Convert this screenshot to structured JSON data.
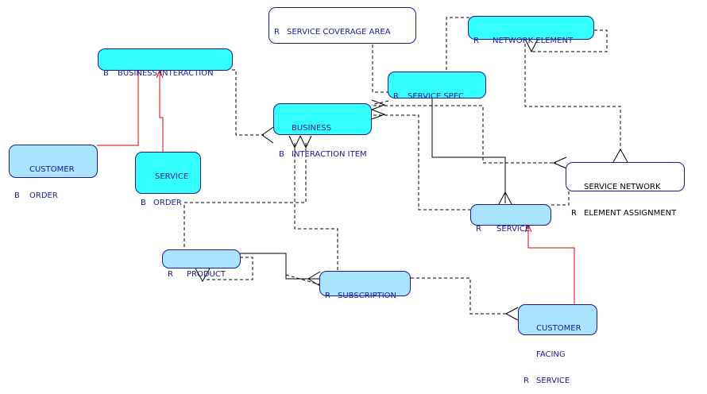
{
  "colors": {
    "cyan": "#33ffff",
    "light_blue": "#aae4ff",
    "white": "#ffffff",
    "border": "#1a1a99",
    "red_relation": "#dd0000"
  },
  "entities": {
    "service_coverage_area": {
      "prefix": "R",
      "lines": [
        "SERVICE COVERAGE AREA"
      ]
    },
    "network_element": {
      "prefix": "R",
      "lines": [
        "NETWORK ELEMENT"
      ]
    },
    "business_interaction": {
      "prefix": "B",
      "lines": [
        "BUSINESS INTERACTION"
      ]
    },
    "service_spec": {
      "prefix": "R",
      "lines": [
        "SERVICE SPEC"
      ]
    },
    "business_interaction_item": {
      "prefix": "B",
      "lines": [
        "BUSINESS",
        "INTERACTION ITEM"
      ]
    },
    "customer_order": {
      "prefix": "B",
      "lines": [
        "CUSTOMER",
        "ORDER"
      ]
    },
    "service_order": {
      "prefix": "B",
      "lines": [
        "SERVICE",
        "ORDER"
      ]
    },
    "service_network_element_assignment": {
      "prefix": "R",
      "lines": [
        "SERVICE NETWORK",
        "ELEMENT ASSIGNMENT"
      ]
    },
    "service": {
      "prefix": "R",
      "lines": [
        "SERVICE"
      ]
    },
    "product": {
      "prefix": "R",
      "lines": [
        "PRODUCT"
      ]
    },
    "subscription": {
      "prefix": "R",
      "lines": [
        "SUBSCRIPTION"
      ]
    },
    "customer_facing_service": {
      "prefix": "R",
      "lines": [
        "CUSTOMER",
        "FACING",
        "SERVICE"
      ]
    }
  }
}
